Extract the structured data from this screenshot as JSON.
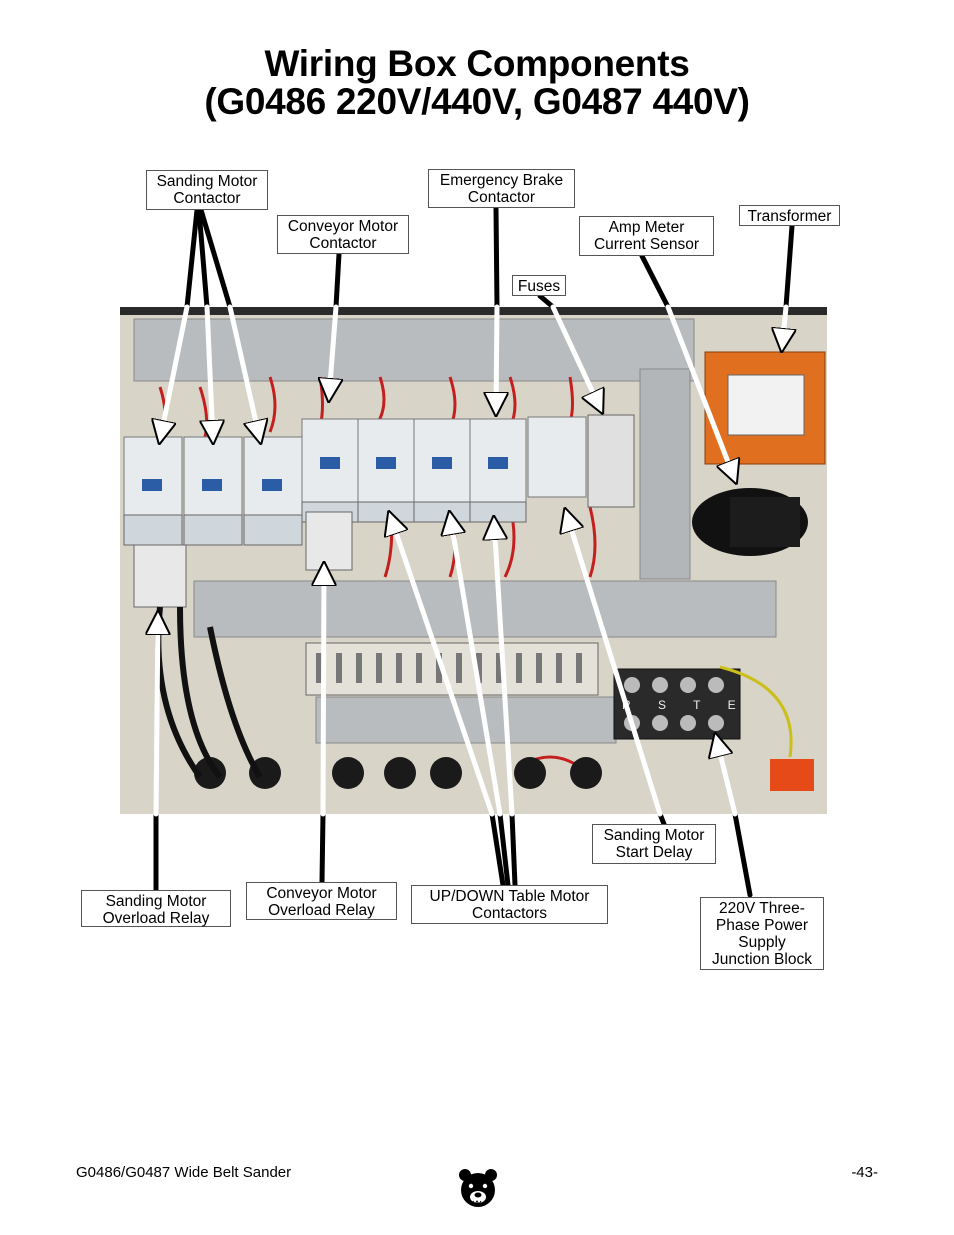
{
  "title": {
    "line1": "Wiring Box Components",
    "line2": "(G0486 220V/440V, G0487 440V)"
  },
  "labels": {
    "sanding_motor_contactor": "Sanding Motor\nContactor",
    "conveyor_motor_contactor": "Conveyor Motor\nContactor",
    "emergency_brake_contactor": "Emergency Brake\nContactor",
    "amp_meter_current_sensor": "Amp Meter\nCurrent Sensor",
    "transformer": "Transformer",
    "fuses": "Fuses",
    "sanding_motor_start_delay": "Sanding Motor\nStart Delay",
    "sanding_motor_overload_relay": "Sanding Motor\nOverload Relay",
    "conveyor_motor_overload_relay": "Conveyor Motor\nOverload Relay",
    "up_down_table_motor_contactors": "UP/DOWN Table Motor\nContactors",
    "power_supply_junction_block": "220V Three-\nPhase Power\nSupply\nJunction Block"
  },
  "photo_text": {
    "terminal_labels": "R S T E"
  },
  "footer": {
    "left": "G0486/G0487 Wide Belt Sander",
    "right": "-43-"
  },
  "icons": [
    "bear-logo-icon"
  ]
}
